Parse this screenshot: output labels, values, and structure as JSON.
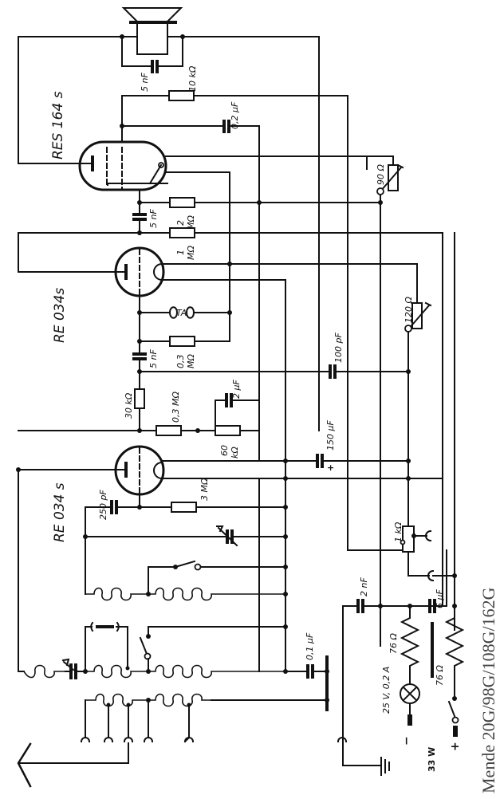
{
  "title": "Mende 20G/98G/108G/162G",
  "tubes": [
    {
      "id": "output",
      "label": "RES 164 s"
    },
    {
      "id": "af",
      "label": "RE 034s"
    },
    {
      "id": "detector",
      "label": "RE 034 s"
    }
  ],
  "components": {
    "speaker_cap": "5 nF",
    "r_10k": "10 kΩ",
    "c_02u": "0,2 μF",
    "c_5n_top": "5 nF",
    "r_2M_num": "2",
    "r_2M_unit": "MΩ",
    "r_1M_num": "1",
    "r_1M_unit": "MΩ",
    "transformer": "TA",
    "c_5n_mid": "5 nF",
    "r_03M_num": "0,3",
    "r_03M_unit": "MΩ",
    "r_30k": "30 kΩ",
    "r_03M_b": "0,3 MΩ",
    "c_2u": "2 μF",
    "r_60k_num": "60",
    "r_60k_unit": "kΩ",
    "c_150u": "150 μF",
    "c_150u_pol": "+",
    "c_100p": "100 pF",
    "c_250p": "250 pF",
    "r_3M": "3 MΩ",
    "pot_90": "90 Ω",
    "pot_120": "120 Ω",
    "pot_1k": "1 kΩ",
    "c_01u": "0,1 μF",
    "c_2n": "2 nF",
    "c_6u": "6 μF",
    "r_76a": "76 Ω",
    "r_76b": "76 Ω",
    "lamp": "25 V, 0,2 A",
    "mains_minus": "−",
    "mains_plus": "+",
    "power": "33 W"
  }
}
